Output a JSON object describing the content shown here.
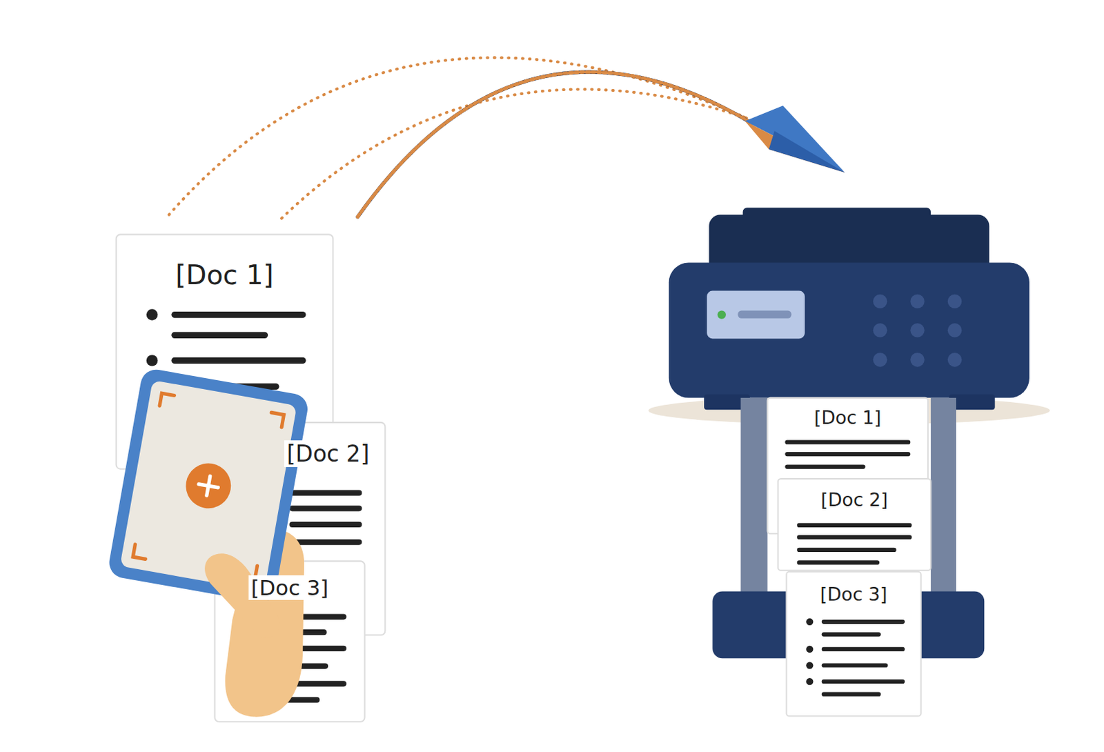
{
  "diagram": {
    "nodes": [
      {
        "text": [
          "[Doc 1]"
        ]
      },
      {
        "text": [
          "[Doc 2]"
        ]
      },
      {
        "text": [
          "[Doc 3]"
        ]
      },
      {
        "text": [
          "[Doc 1]"
        ]
      },
      {
        "text": [
          "[Doc 2]"
        ]
      },
      {
        "text": [
          "[Doc 3]"
        ]
      }
    ]
  }
}
